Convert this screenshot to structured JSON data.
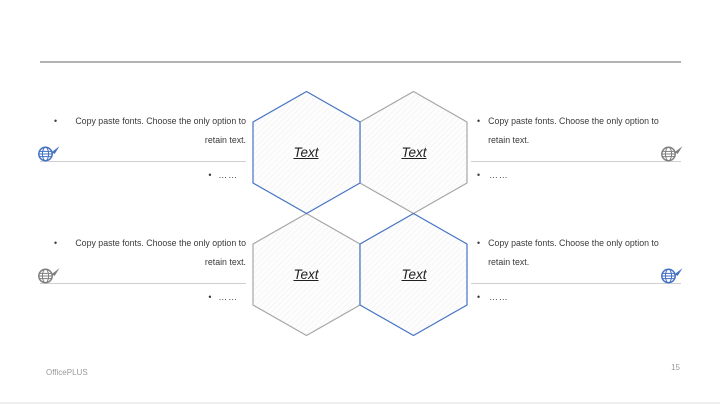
{
  "slide": {
    "footer_brand": "OfficePLUS",
    "page_number": "15"
  },
  "bullet_char": "•",
  "hexagons": [
    {
      "name": "top-left",
      "label": "Text",
      "border_color": "#4472C4"
    },
    {
      "name": "top-right",
      "label": "Text",
      "border_color": "#A6A6A6"
    },
    {
      "name": "bottom-left",
      "label": "Text",
      "border_color": "#A6A6A6"
    },
    {
      "name": "bottom-right",
      "label": "Text",
      "border_color": "#4472C4"
    }
  ],
  "text_blocks": [
    {
      "position": "top-left",
      "align": "right",
      "bullet_text": "Copy paste fonts. Choose the only option to retain text.",
      "ellipsis_text": "……",
      "icon": "globe-arrow-icon",
      "icon_color": "#4472C4",
      "icon_side": "left"
    },
    {
      "position": "top-right",
      "align": "left",
      "bullet_text": "Copy paste fonts. Choose the only option to retain text.",
      "ellipsis_text": "……",
      "icon": "globe-arrow-icon",
      "icon_color": "#7F7F7F",
      "icon_side": "right"
    },
    {
      "position": "bottom-left",
      "align": "right",
      "bullet_text": "Copy paste fonts. Choose the only option to retain text.",
      "ellipsis_text": "……",
      "icon": "globe-arrow-icon",
      "icon_color": "#7F7F7F",
      "icon_side": "left"
    },
    {
      "position": "bottom-right",
      "align": "left",
      "bullet_text": "Copy paste fonts. Choose the only option to retain text.",
      "ellipsis_text": "……",
      "icon": "globe-arrow-icon",
      "icon_color": "#4472C4",
      "icon_side": "right"
    }
  ],
  "colors": {
    "accent_blue": "#4472C4",
    "hex_gray": "#A6A6A6",
    "divider_gray": "#CFCFCF",
    "top_rule_gray": "#B3B3B3",
    "body_text": "#3A3A3A",
    "footer_text": "#9A9A9A"
  }
}
